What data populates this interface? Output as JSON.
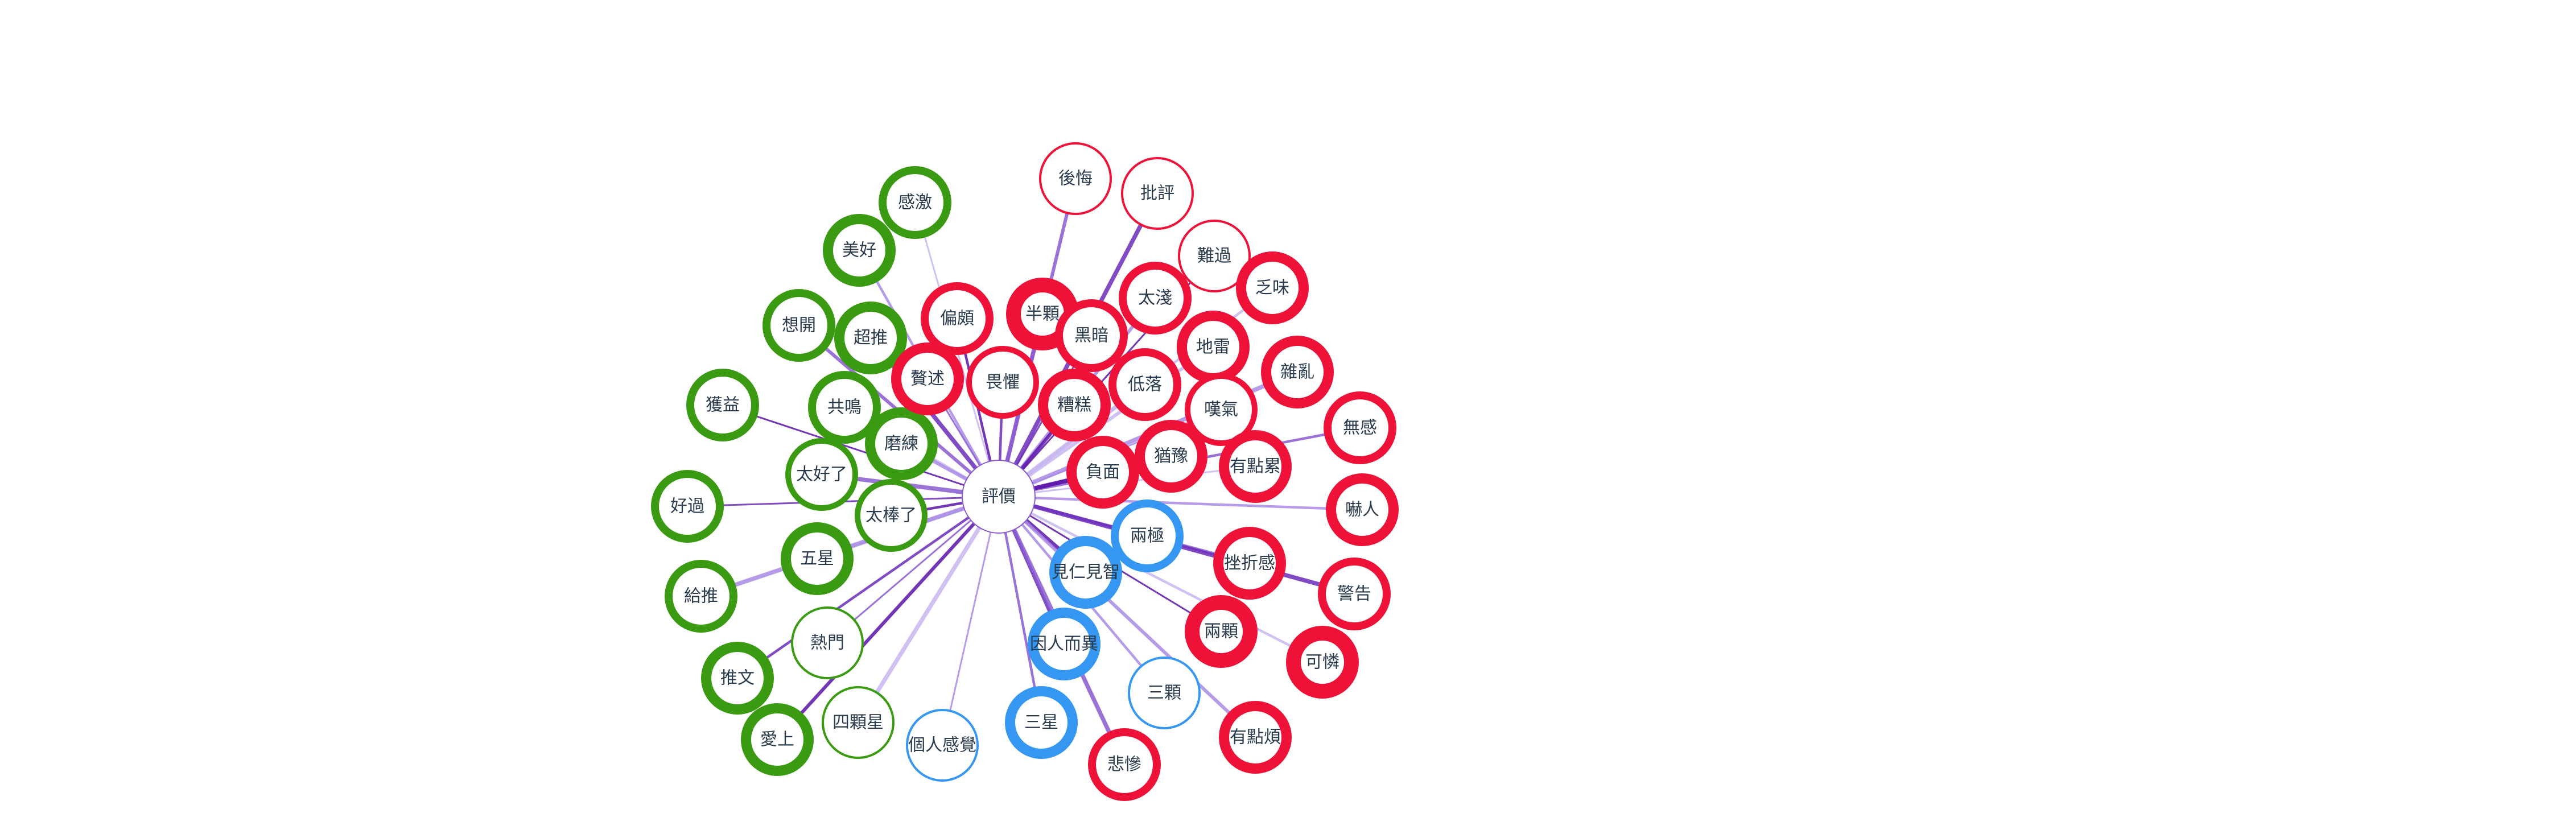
{
  "graph": {
    "center": {
      "label": "評價",
      "color": "#8a5bd0"
    },
    "colors": {
      "positive": "#3a9a12",
      "negative": "#ee1238",
      "neutral": "#3597f2"
    },
    "nodes": [
      {
        "id": "ganji",
        "label": "感激",
        "type": "positive",
        "weight": 3
      },
      {
        "id": "meihao",
        "label": "美好",
        "type": "positive",
        "weight": 4
      },
      {
        "id": "xiangkai",
        "label": "想開",
        "type": "positive",
        "weight": 3
      },
      {
        "id": "chaotui",
        "label": "超推",
        "type": "positive",
        "weight": 4
      },
      {
        "id": "huoyi",
        "label": "獲益",
        "type": "positive",
        "weight": 3
      },
      {
        "id": "gongming",
        "label": "共鳴",
        "type": "positive",
        "weight": 3
      },
      {
        "id": "molian",
        "label": "磨練",
        "type": "positive",
        "weight": 4
      },
      {
        "id": "taihaole",
        "label": "太好了",
        "type": "positive",
        "weight": 2
      },
      {
        "id": "haoguo",
        "label": "好過",
        "type": "positive",
        "weight": 3
      },
      {
        "id": "taibangle",
        "label": "太棒了",
        "type": "positive",
        "weight": 2
      },
      {
        "id": "wuxing",
        "label": "五星",
        "type": "positive",
        "weight": 4
      },
      {
        "id": "geitui",
        "label": "給推",
        "type": "positive",
        "weight": 3
      },
      {
        "id": "remen",
        "label": "熱門",
        "type": "positive",
        "weight": 0.5
      },
      {
        "id": "tuiwen",
        "label": "推文",
        "type": "positive",
        "weight": 4
      },
      {
        "id": "aishang",
        "label": "愛上",
        "type": "positive",
        "weight": 4
      },
      {
        "id": "sikexing",
        "label": "四顆星",
        "type": "positive",
        "weight": 0.5
      },
      {
        "id": "gerenganjue",
        "label": "個人感覺",
        "type": "neutral",
        "weight": 0.5
      },
      {
        "id": "sanxing",
        "label": "三星",
        "type": "neutral",
        "weight": 4
      },
      {
        "id": "yinrenery",
        "label": "因人而異",
        "type": "neutral",
        "weight": 4
      },
      {
        "id": "jianren",
        "label": "見仁見智",
        "type": "neutral",
        "weight": 4
      },
      {
        "id": "liangji",
        "label": "兩極",
        "type": "neutral",
        "weight": 3
      },
      {
        "id": "sanke",
        "label": "三顆",
        "type": "neutral",
        "weight": 0.5
      },
      {
        "id": "houhui",
        "label": "後悔",
        "type": "negative",
        "weight": 0.5
      },
      {
        "id": "piping",
        "label": "批評",
        "type": "negative",
        "weight": 0.5
      },
      {
        "id": "nanguo",
        "label": "難過",
        "type": "negative",
        "weight": 0.5
      },
      {
        "id": "fawei",
        "label": "乏味",
        "type": "negative",
        "weight": 4
      },
      {
        "id": "taiqian",
        "label": "太淺",
        "type": "negative",
        "weight": 3
      },
      {
        "id": "banke",
        "label": "半顆",
        "type": "negative",
        "weight": 6
      },
      {
        "id": "heian",
        "label": "黑暗",
        "type": "negative",
        "weight": 3
      },
      {
        "id": "pianpo",
        "label": "偏頗",
        "type": "negative",
        "weight": 3
      },
      {
        "id": "dilei",
        "label": "地雷",
        "type": "negative",
        "weight": 4
      },
      {
        "id": "zaluan",
        "label": "雜亂",
        "type": "negative",
        "weight": 4
      },
      {
        "id": "zanshu",
        "label": "贅述",
        "type": "negative",
        "weight": 4
      },
      {
        "id": "weiju",
        "label": "畏懼",
        "type": "negative",
        "weight": 2
      },
      {
        "id": "zaogao",
        "label": "糟糕",
        "type": "negative",
        "weight": 4
      },
      {
        "id": "diluo",
        "label": "低落",
        "type": "negative",
        "weight": 3
      },
      {
        "id": "tanqi",
        "label": "嘆氣",
        "type": "negative",
        "weight": 2
      },
      {
        "id": "wugan",
        "label": "無感",
        "type": "negative",
        "weight": 3
      },
      {
        "id": "youyu",
        "label": "猶豫",
        "type": "negative",
        "weight": 4
      },
      {
        "id": "fumian",
        "label": "負面",
        "type": "negative",
        "weight": 4
      },
      {
        "id": "youdianlei",
        "label": "有點累",
        "type": "negative",
        "weight": 4
      },
      {
        "id": "xiaren",
        "label": "嚇人",
        "type": "negative",
        "weight": 4
      },
      {
        "id": "cuozhe",
        "label": "挫折感",
        "type": "negative",
        "weight": 4
      },
      {
        "id": "jinggao",
        "label": "警告",
        "type": "negative",
        "weight": 3
      },
      {
        "id": "liangke",
        "label": "兩顆",
        "type": "negative",
        "weight": 6
      },
      {
        "id": "kelian",
        "label": "可憐",
        "type": "negative",
        "weight": 6
      },
      {
        "id": "youdianfan",
        "label": "有點煩",
        "type": "negative",
        "weight": 4
      },
      {
        "id": "beican",
        "label": "悲慘",
        "type": "negative",
        "weight": 3
      }
    ]
  }
}
